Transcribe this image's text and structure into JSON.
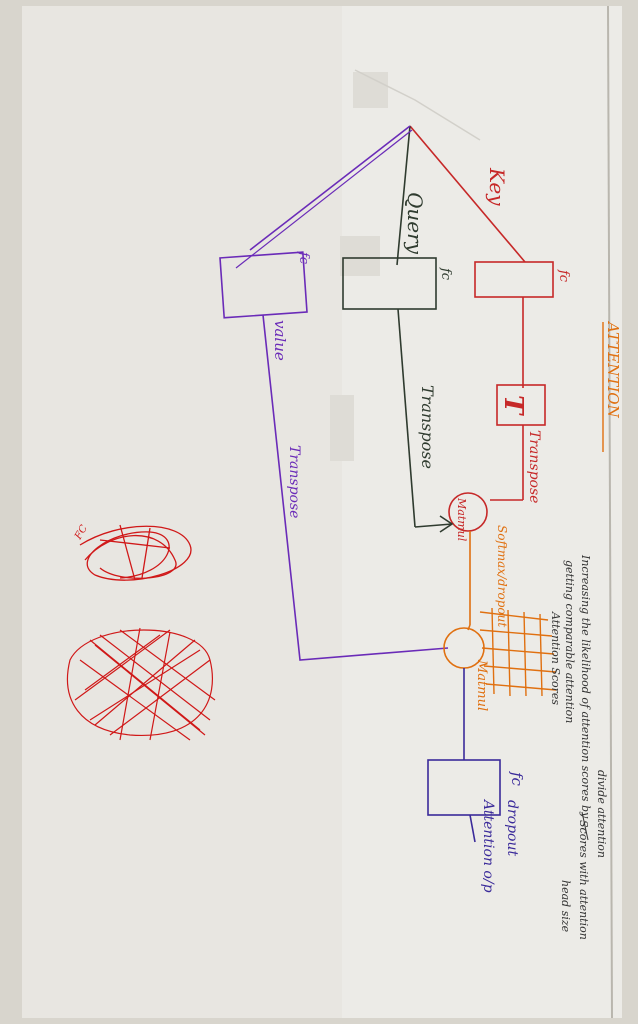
{
  "title": "ATTENTION",
  "labels": {
    "query": "Query",
    "key": "Key",
    "value": "value",
    "fc_query": "fc",
    "fc_key": "fc",
    "fc_value": "fc",
    "fc_out": "fc",
    "transpose_box": "T",
    "transpose_key": "Transpose",
    "transpose_query": "Transpose",
    "transpose_value": "Transpose",
    "matmul_1": "Matmul",
    "softmax_dropout": "Softmax/dropout",
    "matmul_2": "Matmul",
    "dropout": "dropout",
    "attention_op": "Attention o/p",
    "scribble_note": "FC"
  },
  "notes": [
    "Increasing the likelihood of attention scores by",
    "getting comparable attention",
    "Attention Scores",
    "divide attention",
    "Scores with attention",
    "head size"
  ],
  "colors": {
    "title": "#e07010",
    "query": "#2f3b2f",
    "key": "#c62828",
    "value": "#6a2bb8",
    "softmax": "#e07010",
    "output": "#3a2a9a",
    "pencil": "#333333",
    "scribble": "#d01818"
  }
}
